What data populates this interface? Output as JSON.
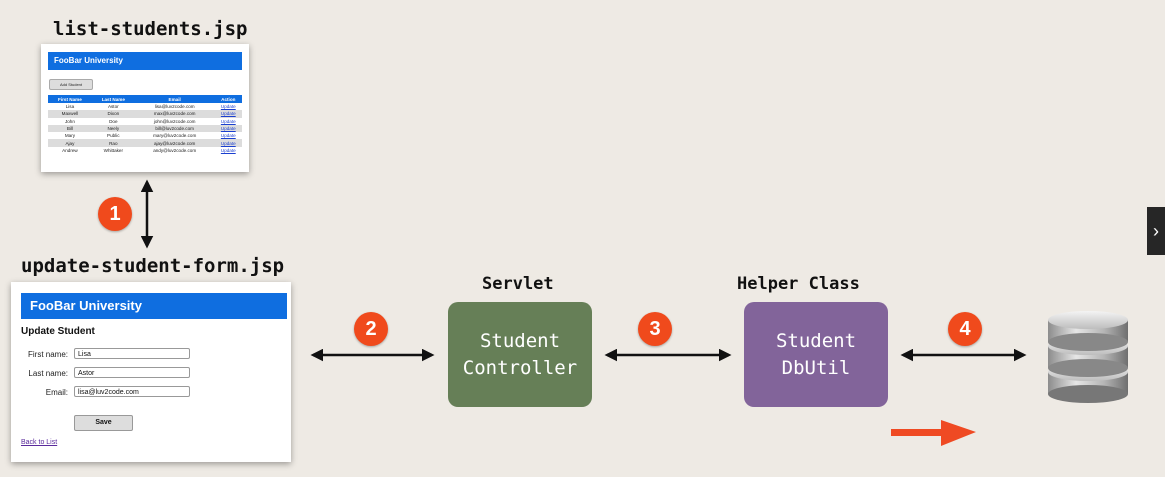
{
  "titles": {
    "list_file": "list-students.jsp",
    "form_file": "update-student-form.jsp",
    "servlet": "Servlet",
    "helper": "Helper Class"
  },
  "nodes": {
    "controller": [
      "Student",
      "Controller"
    ],
    "dbutil": [
      "Student",
      "DbUtil"
    ]
  },
  "steps": [
    "1",
    "2",
    "3",
    "4"
  ],
  "list_page": {
    "university": "FooBar University",
    "add_button": "Add Student",
    "columns": [
      "First Name",
      "Last Name",
      "Email",
      "Action"
    ],
    "rows": [
      [
        "Lisa",
        "Astor",
        "lisa@luv2code.com",
        "Update"
      ],
      [
        "Maxwell",
        "Dixon",
        "max@luv2code.com",
        "Update"
      ],
      [
        "John",
        "Doe",
        "john@luv2code.com",
        "Update"
      ],
      [
        "Bill",
        "Neely",
        "bill@luv2code.com",
        "Update"
      ],
      [
        "Mary",
        "Public",
        "mary@luv2code.com",
        "Update"
      ],
      [
        "Ajay",
        "Rao",
        "ajay@luv2code.com",
        "Update"
      ],
      [
        "Andrew",
        "Whittaker",
        "andy@luv2code.com",
        "Update"
      ]
    ]
  },
  "form_page": {
    "university": "FooBar University",
    "heading": "Update Student",
    "first_name_label": "First name:",
    "first_name_value": "Lisa",
    "last_name_label": "Last name:",
    "last_name_value": "Astor",
    "email_label": "Email:",
    "email_value": "lisa@luv2code.com",
    "save_label": "Save",
    "back_link": "Back to List"
  },
  "icons": {
    "database": "database-icon",
    "pointer": "arrow-right-icon",
    "nav": "chevron-right-icon"
  },
  "colors": {
    "background": "#eeeae4",
    "badge": "#f04a1c",
    "controller": "#667f57",
    "dbutil": "#82649a",
    "header_blue": "#0f6ee0"
  },
  "nav_glyph": "›"
}
